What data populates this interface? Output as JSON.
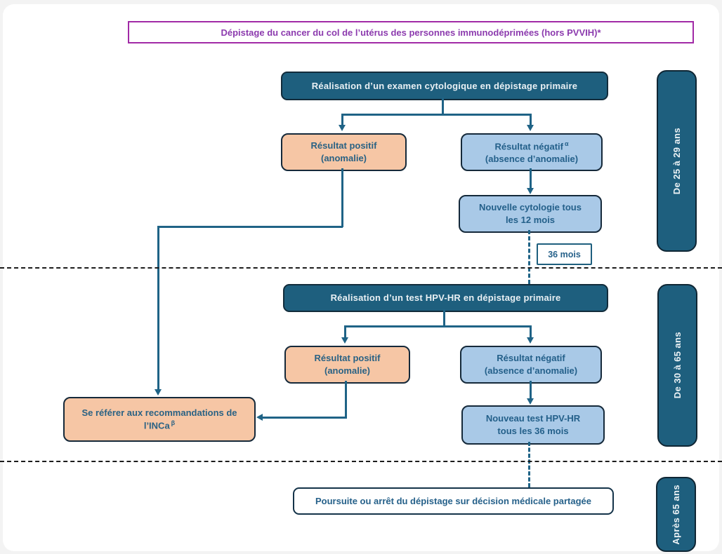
{
  "title": "Dépistage du cancer du col de l’utérus des personnes immunodéprimées (hors PVVIH)*",
  "sections": [
    {
      "age_label": "De 25 à 29 ans",
      "header": "Réalisation d’un examen cytologique en dépistage primaire",
      "positive_line1": "Résultat positif",
      "positive_line2": "(anomalie)",
      "negative_line1": "Résultat négatif",
      "negative_sup": "α",
      "negative_line2": "(absence d’anomalie)",
      "followup_line1": "Nouvelle cytologie tous",
      "followup_line2": "les 12 mois",
      "interval_label": "36 mois"
    },
    {
      "age_label": "De 30 à 65 ans",
      "header": "Réalisation d’un test HPV-HR en dépistage primaire",
      "positive_line1": "Résultat positif",
      "positive_line2": "(anomalie)",
      "negative_line1": "Résultat négatif",
      "negative_line2": "(absence d’anomalie)",
      "followup_line1": "Nouveau test HPV-HR",
      "followup_line2": "tous les 36 mois"
    },
    {
      "age_label": "Après 65 ans",
      "final_label": "Poursuite ou arrêt du dépistage sur décision médicale partagée"
    }
  ],
  "referral_line1": "Se référer aux recommandations de",
  "referral_line2": "l’INCa",
  "referral_sup": "β",
  "colors": {
    "dark_teal": "#1E5F7E",
    "light_blue": "#A9C9E7",
    "salmon": "#F6C6A5",
    "purple_border": "#A12AA6",
    "purple_text": "#8C3BAE",
    "connector_teal": "#1F6386",
    "box_text_teal": "#26618A",
    "separator_black": "#1C1C1C"
  }
}
